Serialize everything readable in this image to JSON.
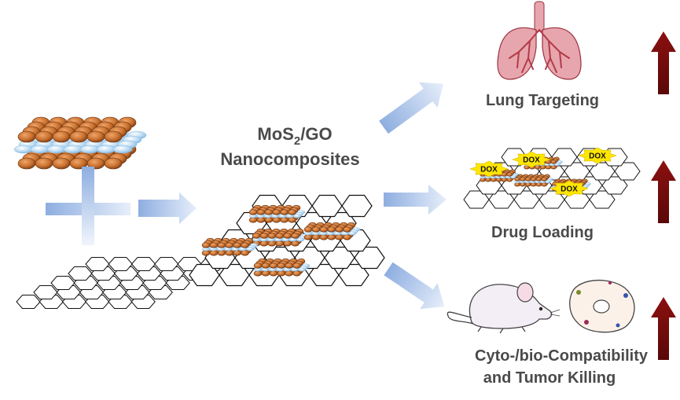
{
  "title": {
    "line1_main": "MoS",
    "line1_sub": "2",
    "line1_tail": "/GO",
    "line2": "Nanocomposites"
  },
  "outcomes": {
    "lung": "Lung Targeting",
    "drug": "Drug Loading",
    "compat_line1": "Cyto-/bio-Compatibility",
    "compat_line2": "and Tumor Killing"
  },
  "dox_label": "DOX",
  "colors": {
    "orange": "#c8702e",
    "orange_dark": "#8a4218",
    "blue_layer": "#a8d0ef",
    "arrow_light": "#dbe7f7",
    "arrow_dark": "#8eaee0",
    "up_arrow": "#7a0c0c",
    "dox_star": "#ffe600",
    "lung": "#e7a6ad",
    "lung_dark": "#b33a48",
    "text": "#4a4a4a"
  }
}
